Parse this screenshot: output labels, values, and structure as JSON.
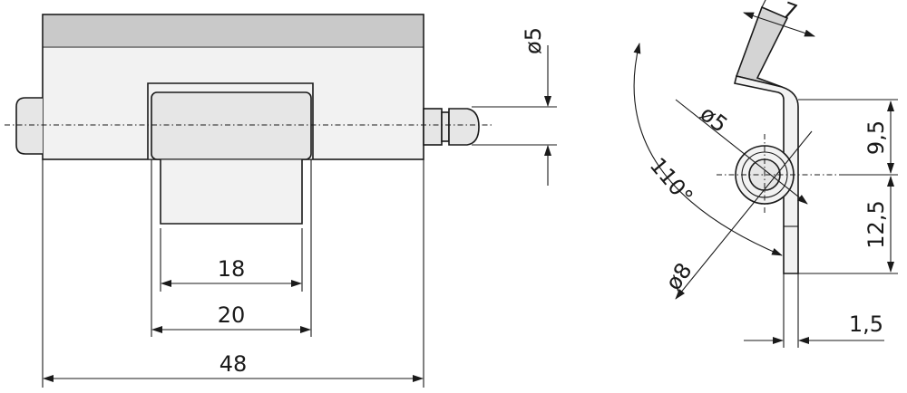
{
  "front_view": {
    "dim_overall_length": "48",
    "dim_knuckle_width": "20",
    "dim_knuckle_inner": "18",
    "dim_pin_diameter": "ø5"
  },
  "side_view": {
    "dim_leaf_width": "7",
    "dim_pin_diameter": "ø5",
    "dim_outer_diameter": "ø8",
    "dim_opening_angle": "110°",
    "dim_height_upper": "9,5",
    "dim_height_lower": "12,5",
    "dim_thickness": "1,5"
  },
  "colors": {
    "line": "#1a1a1a",
    "shade": "#c9c9c9",
    "fill": "#f2f2f2"
  }
}
